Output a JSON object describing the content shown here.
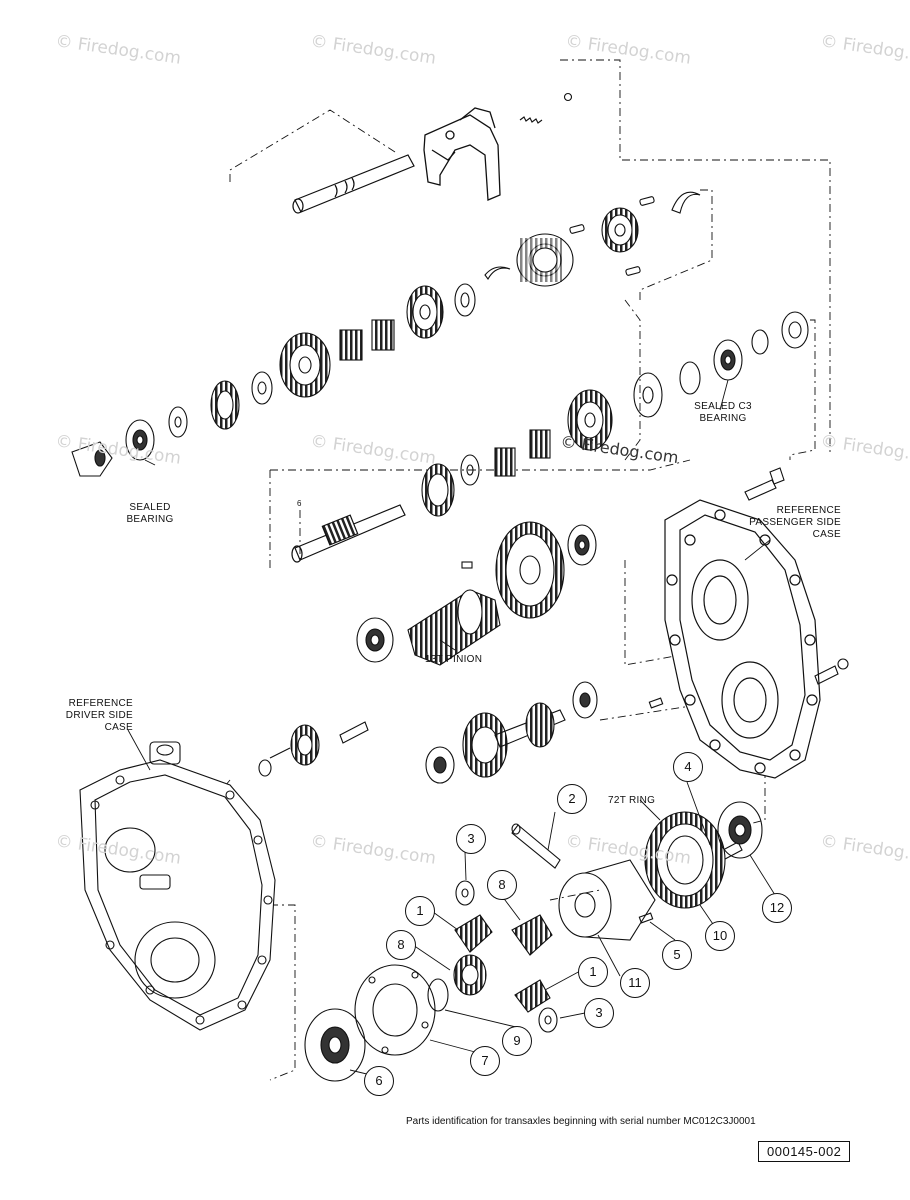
{
  "watermark": "© Firedog.com",
  "labels": {
    "sealed_bearing": [
      "SEALED",
      "BEARING"
    ],
    "sealed_c3_bearing": [
      "SEALED C3",
      "BEARING"
    ],
    "ref_passenger": [
      "REFERENCE",
      "PASSENGER SIDE",
      "CASE"
    ],
    "ref_driver": [
      "REFERENCE",
      "DRIVER SIDE",
      "CASE"
    ],
    "pinion": "13T PINION",
    "ring": "72T RING",
    "small_6": "6"
  },
  "callouts": [
    "1",
    "1",
    "2",
    "3",
    "3",
    "4",
    "5",
    "6",
    "7",
    "8",
    "8",
    "9",
    "10",
    "11",
    "12"
  ],
  "caption": "Parts identification for transaxles beginning with serial number MC012C3J0001",
  "doc_number": "000145-002"
}
